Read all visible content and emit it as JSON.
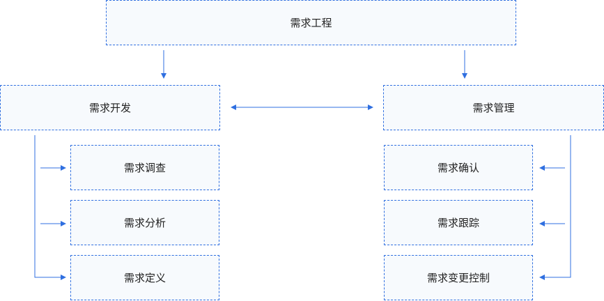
{
  "top": {
    "label": "需求工程"
  },
  "left": {
    "label": "需求开发",
    "children": [
      "需求调查",
      "需求分析",
      "需求定义"
    ]
  },
  "right": {
    "label": "需求管理",
    "children": [
      "需求确认",
      "需求跟踪",
      "需求变更控制"
    ]
  },
  "colors": {
    "line": "#2f6fe0",
    "box_border": "#2f6fe0",
    "box_fill": "#f7fafd"
  }
}
